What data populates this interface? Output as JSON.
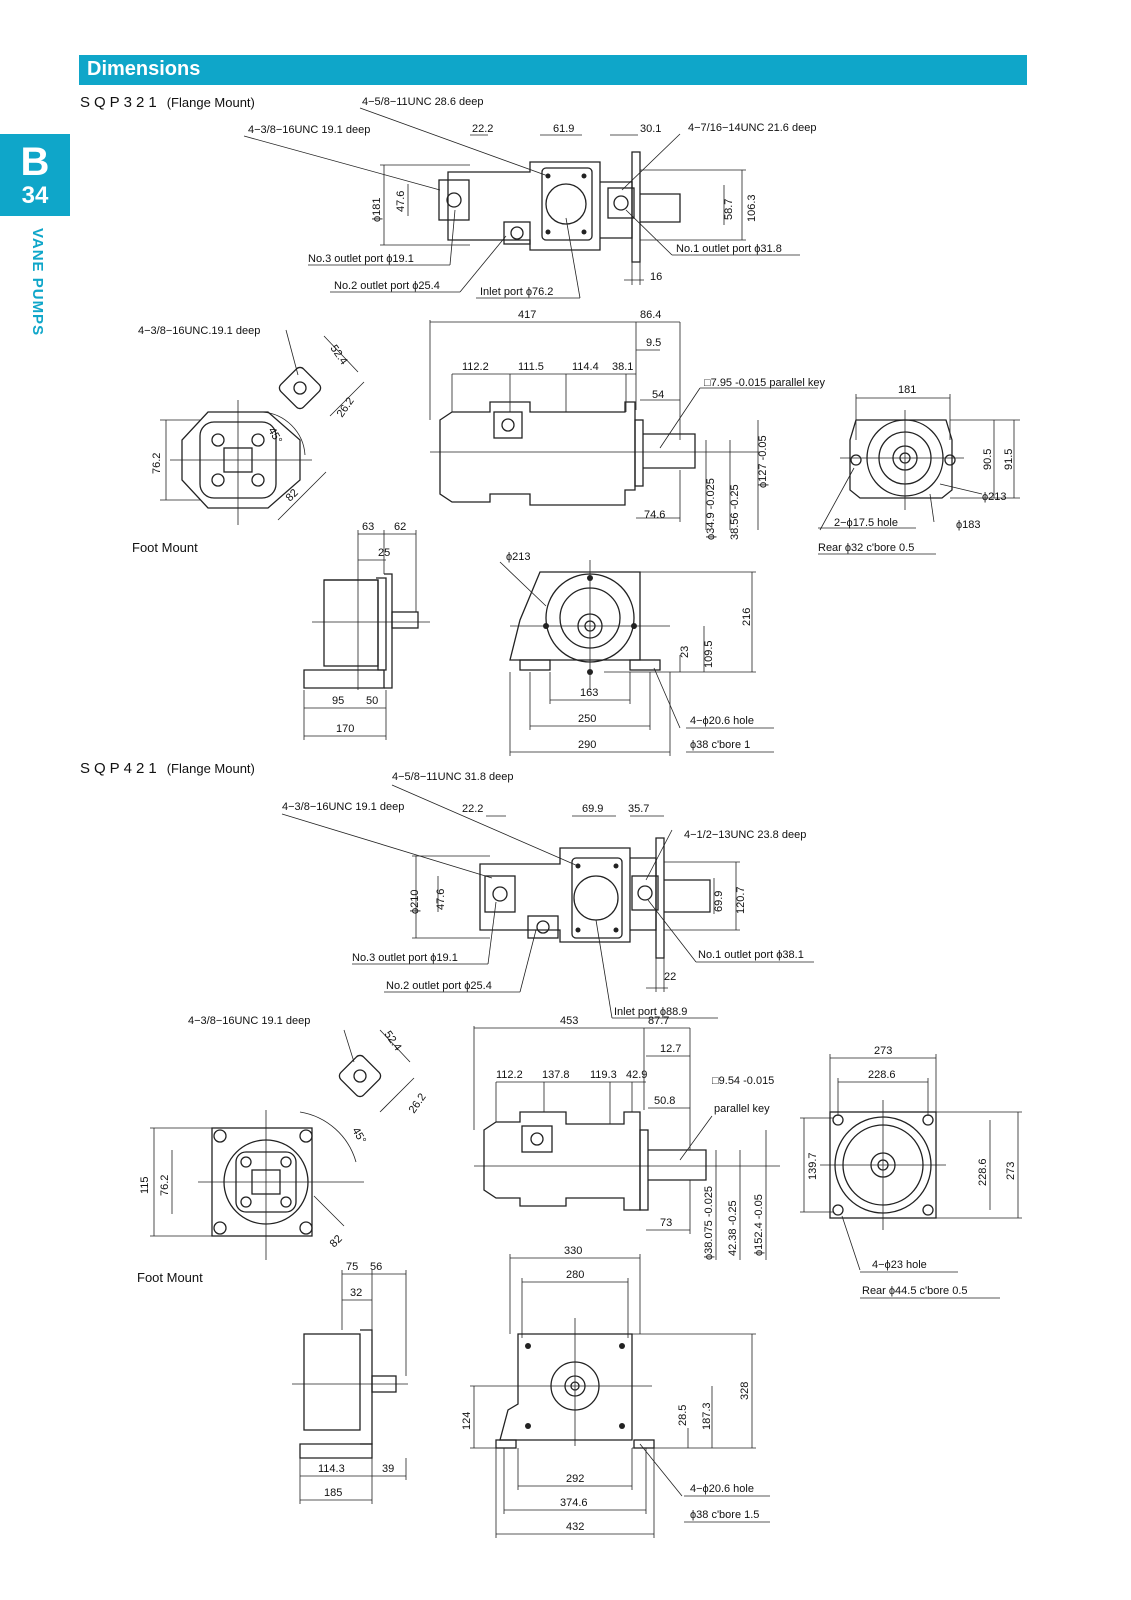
{
  "header": {
    "title": "Dimensions"
  },
  "side_tab": {
    "letter": "B",
    "page_no": "34",
    "category": "VANE PUMPS"
  },
  "sqp321": {
    "model": "SQP321",
    "mount": "(Flange Mount)",
    "foot_mount": "Foot Mount",
    "top": {
      "callout_inlet_thread": "4−5/8−11UNC 28.6 deep",
      "callout_no3_thread": "4−3/8−16UNC 19.1 deep",
      "callout_no1_thread": "4−7/16−14UNC 21.6 deep",
      "d_22_2": "22.2",
      "d_61_9": "61.9",
      "d_30_1": "30.1",
      "d_181": "ϕ181",
      "d_47_6": "47.6",
      "d_58_7": "58.7",
      "d_106_3": "106.3",
      "d_16": "16",
      "no3_port": "No.3 outlet port ϕ19.1",
      "no2_port": "No.2 outlet port ϕ25.4",
      "inlet_port": "Inlet port ϕ76.2",
      "no1_port": "No.1 outlet port ϕ31.8"
    },
    "front": {
      "callout_thread": "4−3/8−16UNC.19.1 deep",
      "d_52_4": "52.4",
      "d_26_2": "26.2",
      "d_45": "45°",
      "d_76_2": "76.2",
      "d_82": "82"
    },
    "side": {
      "d_417": "417",
      "d_86_4": "86.4",
      "d_9_5": "9.5",
      "d_112_2": "112.2",
      "d_111_5": "111.5",
      "d_114_4": "114.4",
      "d_38_1": "38.1",
      "d_54": "54",
      "d_74_6": "74.6",
      "key": "□7.95 -0.015 parallel key",
      "d_34_9": "ϕ34.9 -0.025",
      "d_38_56": "38.56 -0.25",
      "d_127": "ϕ127 -0.05"
    },
    "end": {
      "d_181": "181",
      "d_90_5": "90.5",
      "d_91_5": "91.5",
      "d_213": "ϕ213",
      "d_183": "ϕ183",
      "hole": "2−ϕ17.5 hole",
      "cbore": "Rear ϕ32 c'bore 0.5"
    },
    "foot": {
      "d_63": "63",
      "d_62": "62",
      "d_25": "25",
      "d_95": "95",
      "d_50": "50",
      "d_170": "170",
      "d_213": "ϕ213",
      "d_216": "216",
      "d_23": "23",
      "d_109_5": "109.5",
      "d_163": "163",
      "d_250": "250",
      "d_290": "290",
      "hole": "4−ϕ20.6 hole",
      "cbore": "ϕ38 c'bore 1"
    }
  },
  "sqp421": {
    "model": "SQP421",
    "mount": "(Flange Mount)",
    "foot_mount": "Foot Mount",
    "top": {
      "callout_inlet_thread": "4−5/8−11UNC 31.8 deep",
      "callout_no3_thread": "4−3/8−16UNC 19.1 deep",
      "callout_no1_thread": "4−1/2−13UNC 23.8 deep",
      "d_22_2": "22.2",
      "d_69_9": "69.9",
      "d_35_7": "35.7",
      "d_210": "ϕ210",
      "d_47_6": "47.6",
      "d_69_9v": "69.9",
      "d_120_7": "120.7",
      "d_22": "22",
      "no3_port": "No.3 outlet port ϕ19.1",
      "no2_port": "No.2 outlet port ϕ25.4",
      "inlet_port": "Inlet port ϕ88.9",
      "no1_port": "No.1 outlet port ϕ38.1"
    },
    "front": {
      "callout_thread": "4−3/8−16UNC 19.1 deep",
      "d_52_4": "52.4",
      "d_26_2": "26.2",
      "d_45": "45°",
      "d_115": "115",
      "d_76_2": "76.2",
      "d_82": "82"
    },
    "side": {
      "d_453": "453",
      "d_87_7": "87.7",
      "d_12_7": "12.7",
      "d_112_2": "112.2",
      "d_137_8": "137.8",
      "d_119_3": "119.3",
      "d_42_9": "42.9",
      "d_50_8": "50.8",
      "d_73": "73",
      "key": "□9.54 -0.015",
      "key2": "parallel key",
      "d_38_075": "ϕ38.075 -0.025",
      "d_42_38": "42.38 -0.25",
      "d_152_4": "ϕ152.4 -0.05"
    },
    "end": {
      "d_273": "273",
      "d_228_6": "228.6",
      "d_139_7": "139.7",
      "d_228_6v": "228.6",
      "d_273v": "273",
      "hole": "4−ϕ23 hole",
      "cbore": "Rear ϕ44.5 c'bore 0.5"
    },
    "foot": {
      "d_75": "75",
      "d_56": "56",
      "d_32": "32",
      "d_114_3": "114.3",
      "d_39": "39",
      "d_185": "185",
      "d_330": "330",
      "d_280": "280",
      "d_328": "328",
      "d_124": "124",
      "d_28_5": "28.5",
      "d_187_3": "187.3",
      "d_292": "292",
      "d_374_6": "374.6",
      "d_432": "432",
      "hole": "4−ϕ20.6 hole",
      "cbore": "ϕ38 c'bore 1.5"
    }
  }
}
